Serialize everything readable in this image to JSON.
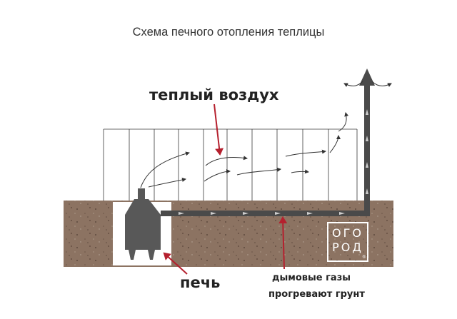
{
  "title": "Схема печного отопления теплицы",
  "labels": {
    "warm_air": "теплый воздух",
    "stove": "печь",
    "flue_gases_line1": "дымовые газы",
    "flue_gases_line2": "прогревают грунт"
  },
  "logo": {
    "line1": "ОГО",
    "line2": "РОД",
    "mark": "®"
  },
  "colors": {
    "soil": "#8c7362",
    "stove": "#585858",
    "pipe": "#4a4a4a",
    "pointer_arrow": "#b5202e",
    "greenhouse_lines": "#3a3a3a",
    "text": "#222222"
  }
}
